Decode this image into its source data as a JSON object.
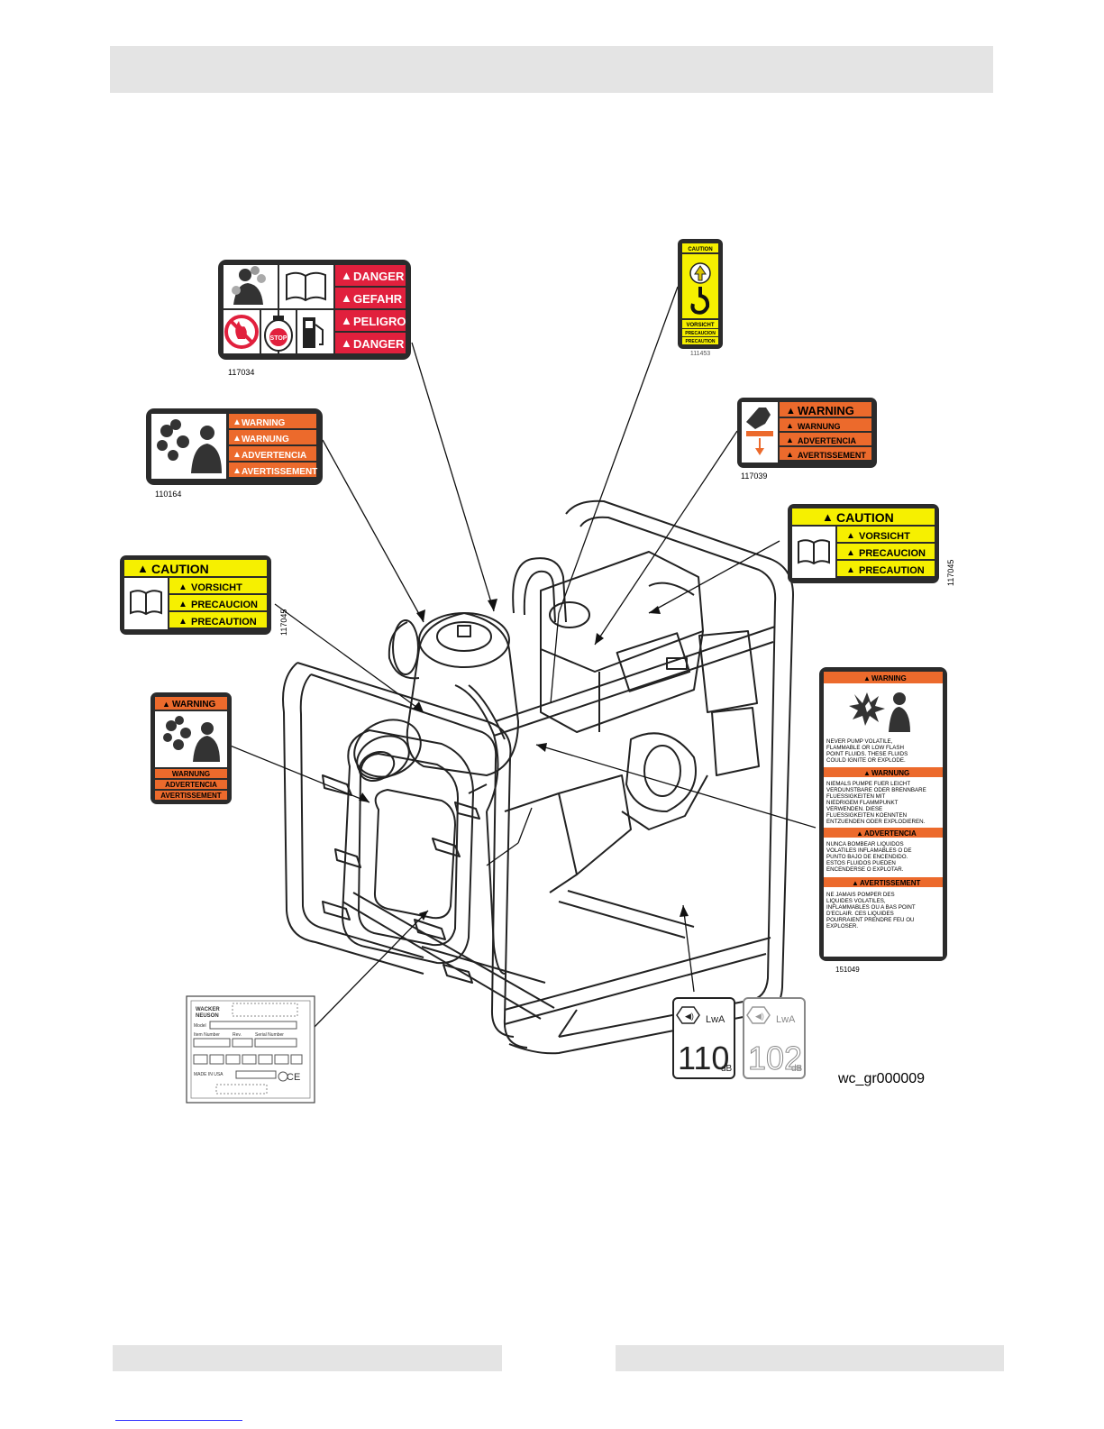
{
  "figure_id": "wc_gr000009",
  "labels": {
    "l117034": {
      "part": "117034",
      "words": [
        "DANGER",
        "GEFAHR",
        "PELIGRO",
        "DANGER"
      ],
      "stop": "STOP"
    },
    "l110164": {
      "part": "110164",
      "words": [
        "WARNING",
        "WARNUNG",
        "ADVERTENCIA",
        "AVERTISSEMENT"
      ]
    },
    "l117045": {
      "part": "117045",
      "words": [
        "CAUTION",
        "VORSICHT",
        "PRECAUCION",
        "PRECAUTION"
      ]
    },
    "lWarnSmall": {
      "words": [
        "WARNING",
        "WARNUNG",
        "ADVERTENCIA",
        "AVERTISSEMENT"
      ]
    },
    "lLift": {
      "part": "111453",
      "words": [
        "CAUTION",
        "VORSICHT",
        "PRECAUCION",
        "PRECAUTION"
      ]
    },
    "l117039": {
      "part": "117039",
      "words": [
        "WARNING",
        "WARNUNG",
        "ADVERTENCIA",
        "AVERTISSEMENT"
      ]
    },
    "l151049": {
      "part": "151049",
      "sections": [
        {
          "heading": "WARNING",
          "lines": [
            "NEVER PUMP VOLATILE,",
            "FLAMMABLE OR LOW FLASH",
            "POINT FLUIDS. THESE FLUIDS",
            "COULD IGNITE OR EXPLODE."
          ]
        },
        {
          "heading": "WARNUNG",
          "lines": [
            "NIEMALS PUMPE FUER LEICHT",
            "VERDUNSTBARE ODER BRENNBARE",
            "FLUESSIGKEITEN MIT",
            "NIEDRIGEM FLAMMPUNKT",
            "VERWENDEN. DIESE",
            "FLUESSIGKEITEN KOENNTEN",
            "ENTZUENDEN ODER EXPLODIEREN."
          ]
        },
        {
          "heading": "ADVERTENCIA",
          "lines": [
            "NUNCA BOMBEAR LIQUIDOS",
            "VOLATILES INFLAMABLES O DE",
            "PUNTO BAJO DE ENCENDIDO.",
            "ESTOS FLUIDOS PUEDEN",
            "ENCENDERSE O EXPLOTAR."
          ]
        },
        {
          "heading": "AVERTISSEMENT",
          "lines": [
            "NE JAMAIS POMPER DES",
            "LIQUIDES VOLATILES,",
            "INFLAMMABLES OU A BAS POINT",
            "D'ECLAIR. CES LIQUIDES",
            "POURRAIENT PRENDRE FEU OU",
            "EXPLOSER."
          ]
        }
      ]
    },
    "nameplate": {
      "brand_lines": [
        "WACKER",
        "NEUSON"
      ],
      "fields": [
        "Model",
        "Item Number",
        "Rev.",
        "Serial Number"
      ],
      "made_in": "MADE IN USA",
      "ce": "CE"
    },
    "sound": {
      "lwa": "LwA",
      "unit": "dB",
      "values": [
        "110",
        "102"
      ]
    }
  },
  "colors": {
    "danger_red": "#e1203d",
    "warning_orange": "#ec6a2c",
    "caution_yellow": "#f6f000",
    "label_frame": "#2a2a2a",
    "footer_gray": "#e4e4e4",
    "link_blue": "#3a3aff"
  }
}
